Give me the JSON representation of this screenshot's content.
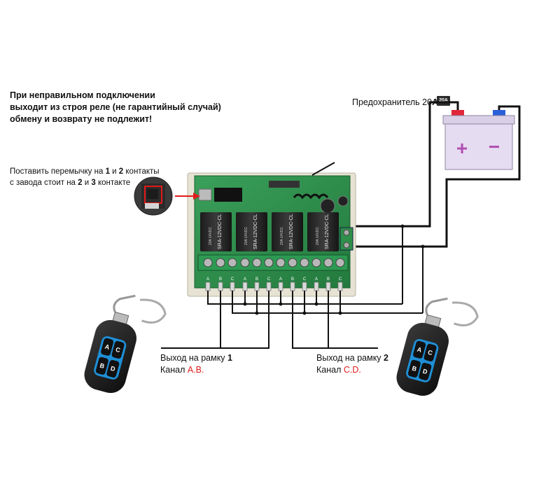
{
  "warning": {
    "line1": "При неправильном подключении",
    "line2": "выходит из строя реле (не гарантийный случай)",
    "line3": "обмену и возврату не подлежит!"
  },
  "jumper": {
    "line1_a": "Поставить перемычку на ",
    "line1_n1": "1",
    "line1_b": " и ",
    "line1_n2": "2",
    "line1_c": " контакты",
    "line2_a": "с завода стоит на ",
    "line2_n1": "2",
    "line2_b": " и ",
    "line2_n2": "3",
    "line2_c": " контакте"
  },
  "fuse": {
    "label_a": "Предохранитель 20",
    "label_b": "A",
    "box": "20A"
  },
  "battery": {
    "plus": "+",
    "minus": "−"
  },
  "board": {
    "relay_label": "SRA-12VDC-CL",
    "relay_brand": "SRA",
    "relay_rating": "20A 14VDC",
    "terminal_letters": [
      "A",
      "B",
      "C",
      "A",
      "B",
      "C",
      "A",
      "B",
      "C",
      "A",
      "B",
      "C"
    ]
  },
  "output1": {
    "label_a": "Выход на рамку ",
    "num": "1",
    "channel_a": "Канал ",
    "channel_b": "A.B."
  },
  "output2": {
    "label_a": "Выход на рамку ",
    "num": "2",
    "channel_a": "Канал ",
    "channel_b": "C.D."
  },
  "remote": {
    "buttons": [
      "A",
      "B",
      "C",
      "D"
    ]
  },
  "colors": {
    "pcb": "#2f8f4a",
    "battery": "#e6dcf2",
    "fuse_red": "#e0263a",
    "fuse_blue": "#2b5fd8",
    "remote_blue": "#1e8fd6",
    "accent_red": "#e21b1b"
  }
}
